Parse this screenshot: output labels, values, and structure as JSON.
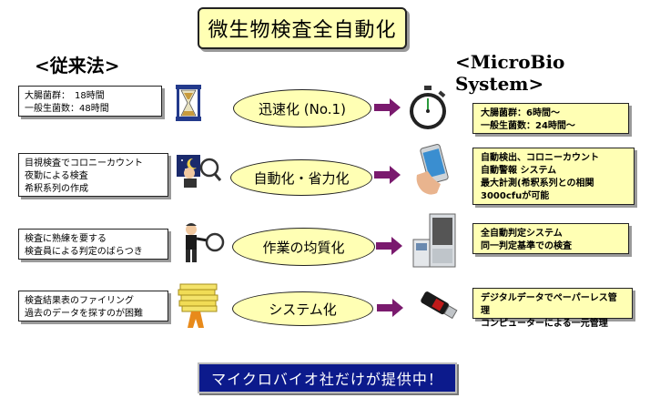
{
  "title": "微生物検査全自動化",
  "left_heading": "<従来法>",
  "right_heading": "<MicroBio System>",
  "rows": [
    {
      "left_lines": [
        "大腸菌群：　18時間",
        "一般生菌数：48時間"
      ],
      "label": "迅速化 (No.1)",
      "right_lines": [
        "大腸菌群：6時間～",
        "一般生菌数：24時間～"
      ]
    },
    {
      "left_lines": [
        "目視検査でコロニーカウント",
        "夜勤による検査",
        "希釈系列の作成"
      ],
      "label": "自動化・省力化",
      "right_lines": [
        "自動検出、コロニーカウント",
        "自動警報 システム",
        "最大計測(希釈系列との相関",
        "3000cfuが可能"
      ]
    },
    {
      "left_lines": [
        "検査に熟練を要する",
        "検査員による判定のばらつき"
      ],
      "label": "作業の均質化",
      "right_lines": [
        "全自動判定システム",
        "同一判定基準での検査"
      ]
    },
    {
      "left_lines": [
        "検査結果表のファイリング",
        "過去のデータを探すのが困難"
      ],
      "label": "システム化",
      "right_lines": [
        "デジタルデータでペーパーレス管理",
        "コンピューターによる一元管理"
      ]
    }
  ],
  "bottom_banner": "マイクロバイオ社だけが提供中！",
  "colors": {
    "highlight": "#ffffb4",
    "arrow": "#7a1a6e",
    "banner": "#0c1a8c"
  },
  "icons": [
    "hourglass-icon",
    "stopwatch-icon",
    "night-inspector-icon",
    "smartphone-icon",
    "magnifier-person-icon",
    "analyzer-machine-icon",
    "paper-stack-person-icon",
    "usb-drive-icon"
  ]
}
